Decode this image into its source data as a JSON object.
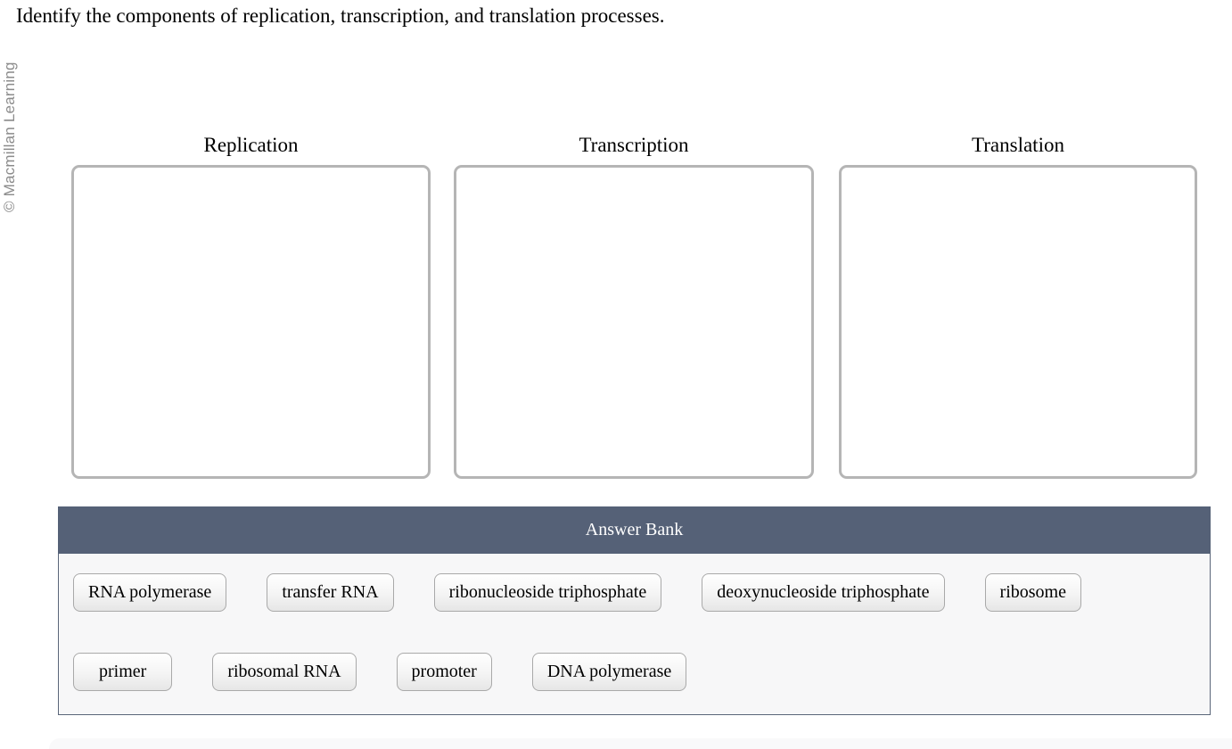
{
  "copyright": "© Macmillan Learning",
  "prompt": "Identify the components of replication, transcription, and translation processes.",
  "drop_zones": [
    {
      "label": "Replication"
    },
    {
      "label": "Transcription"
    },
    {
      "label": "Translation"
    }
  ],
  "answer_bank": {
    "title": "Answer Bank",
    "header_color": "#556177",
    "body_color": "#f7f7f8",
    "rows": [
      [
        "RNA polymerase",
        "transfer RNA",
        "ribonucleoside triphosphate",
        "deoxynucleoside triphosphate",
        "ribosome"
      ],
      [
        "primer",
        "ribosomal RNA",
        "promoter",
        "DNA polymerase"
      ]
    ]
  }
}
